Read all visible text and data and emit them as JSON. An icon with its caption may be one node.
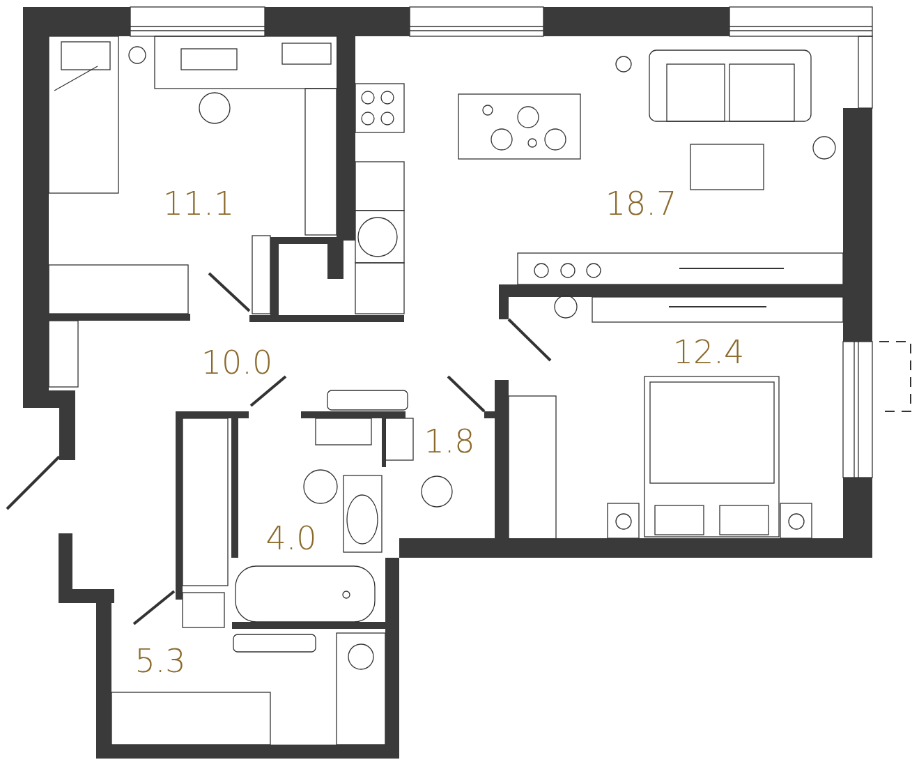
{
  "diagram": {
    "labels": [
      "11.1",
      "18.7",
      "10.0",
      "12.4",
      "1.8",
      "4.0",
      "5.3"
    ]
  }
}
